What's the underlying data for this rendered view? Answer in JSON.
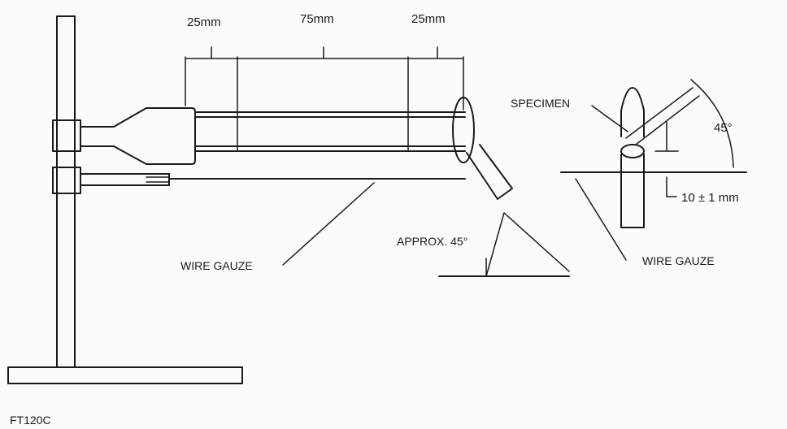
{
  "dimensions": {
    "left": "25mm",
    "middle": "75mm",
    "right": "25mm"
  },
  "labels": {
    "specimen": "SPECIMEN",
    "angle_right": "45°",
    "approx_angle": "APPROX. 45°",
    "wire_gauze_left": "WIRE GAUZE",
    "wire_gauze_right": "WIRE GAUZE",
    "height": "10 ± 1 mm",
    "figure_code": "FT120C"
  }
}
